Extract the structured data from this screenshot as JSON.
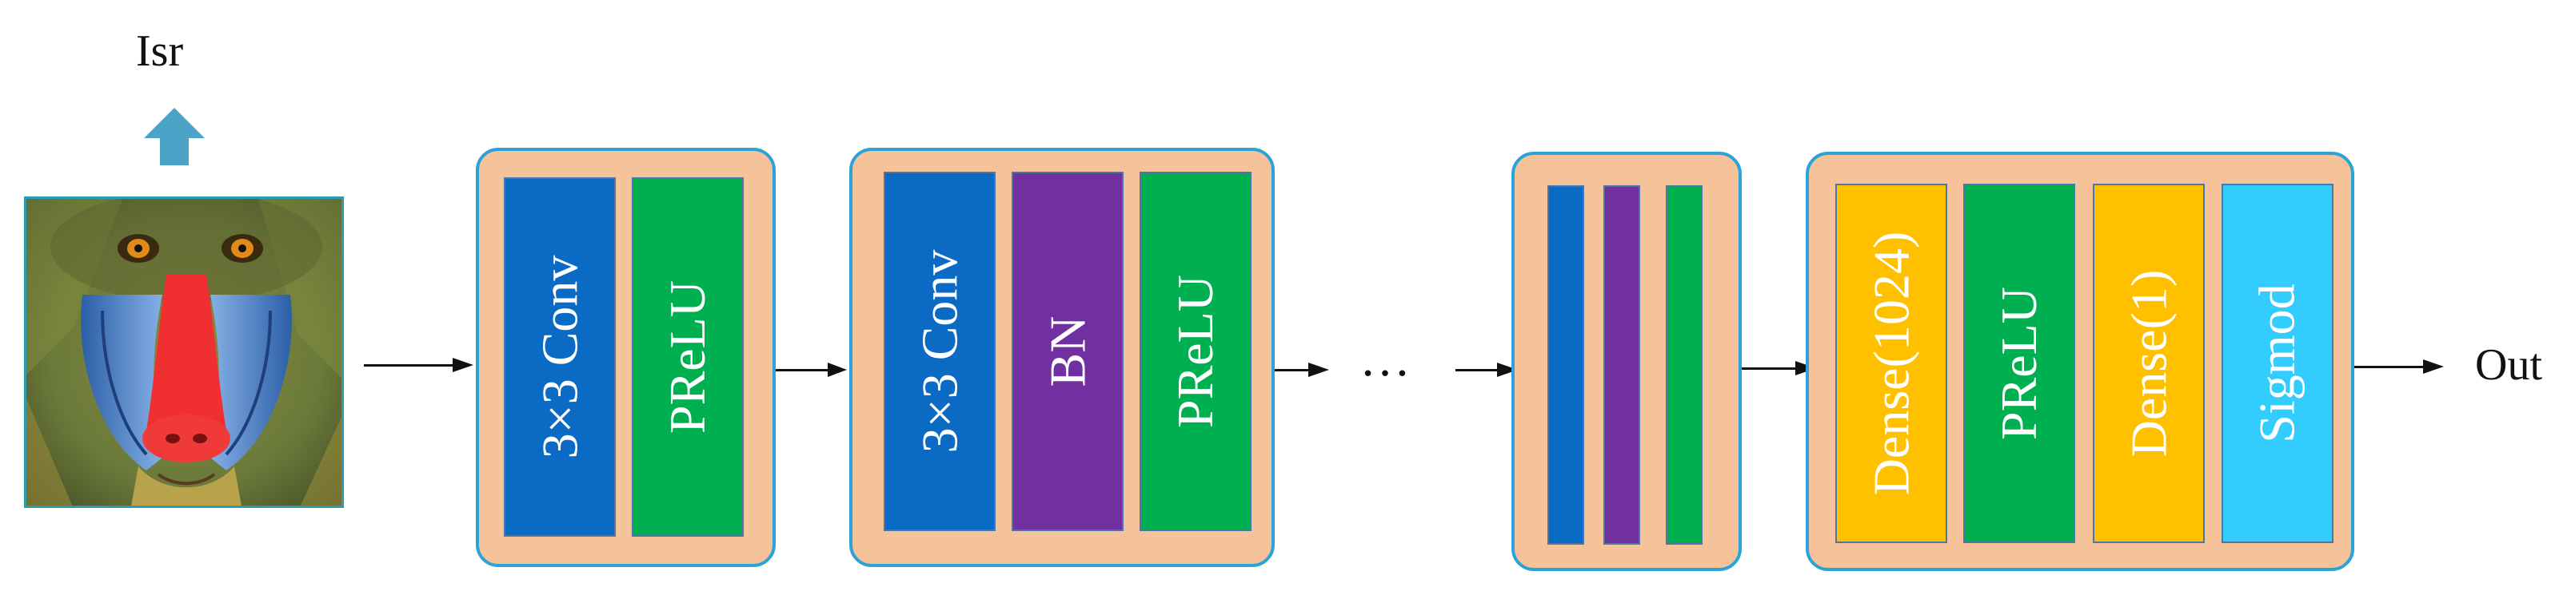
{
  "input": {
    "label": "Isr"
  },
  "output": {
    "label": "Out"
  },
  "ellipsis": "…",
  "blocks": [
    {
      "layers": [
        {
          "label": "3×3 Conv",
          "kind": "conv"
        },
        {
          "label": "PReLU",
          "kind": "prelu"
        }
      ]
    },
    {
      "layers": [
        {
          "label": "3×3 Conv",
          "kind": "conv"
        },
        {
          "label": "BN",
          "kind": "bn"
        },
        {
          "label": "PReLU",
          "kind": "prelu"
        }
      ]
    },
    {
      "layers": [
        {
          "label": "",
          "kind": "conv"
        },
        {
          "label": "",
          "kind": "bn"
        },
        {
          "label": "",
          "kind": "prelu"
        }
      ]
    },
    {
      "layers": [
        {
          "label": "Dense(1024)",
          "kind": "dense"
        },
        {
          "label": "PReLU",
          "kind": "prelu"
        },
        {
          "label": "Dense(1)",
          "kind": "dense"
        },
        {
          "label": "Sigmod",
          "kind": "sigmoid"
        }
      ]
    }
  ],
  "colors": {
    "conv": "#0b6bc4",
    "prelu": "#00b050",
    "bn": "#7030a0",
    "dense": "#ffc000",
    "sigmoid": "#33ccff",
    "block_fill": "#f6c29a",
    "block_border": "#2aa3d8",
    "up_arrow": "#4ba3c7"
  },
  "icons": {
    "up_arrow": "up-arrow-icon",
    "input_image": "mandrill-image"
  }
}
